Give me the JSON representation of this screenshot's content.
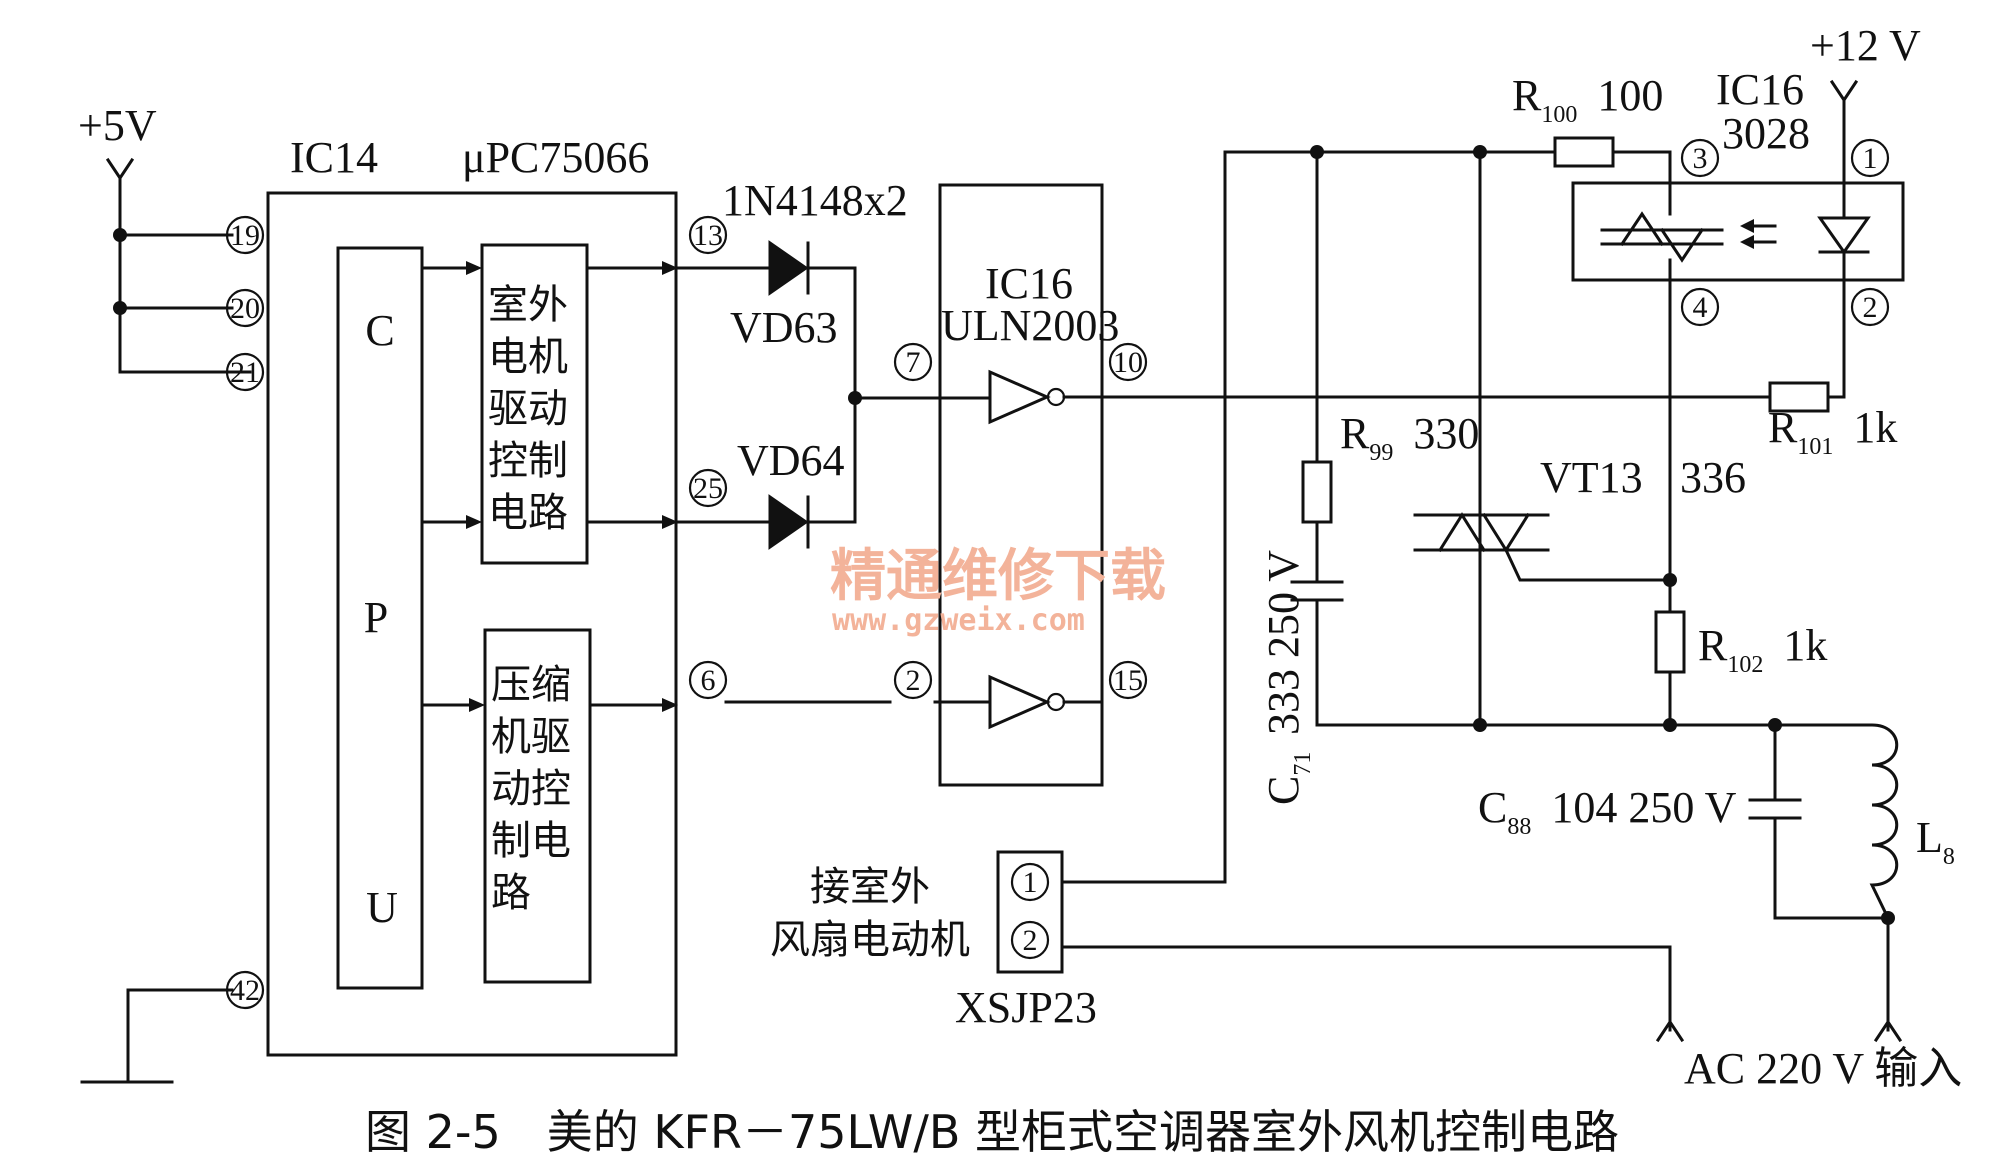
{
  "figure": {
    "caption": "图 2-5　美的 KFR－75LW/B 型柜式空调器室外风机控制电路"
  },
  "watermark": {
    "line1": "精通维修下载",
    "line2": "www.gzweix.com"
  },
  "power": {
    "vcc5": "+5V",
    "vcc12": "+12 V",
    "ac_input": "AC 220 V 输入"
  },
  "ic14": {
    "ref": "IC14",
    "part": "μPC75066",
    "cpu_c": "C",
    "cpu_p": "P",
    "cpu_u": "U",
    "pins": {
      "p19": "19",
      "p20": "20",
      "p21": "21",
      "p42": "42",
      "p13": "13",
      "p25": "25",
      "p6": "6"
    }
  },
  "blocks": {
    "outdoor_motor": [
      "室外",
      "电机",
      "驱动",
      "控制",
      "电路"
    ],
    "compressor": [
      "压缩",
      "机驱",
      "动控",
      "制电",
      "路"
    ]
  },
  "diodes": {
    "pair": "1N4148x2",
    "vd63": "VD63",
    "vd64": "VD64"
  },
  "uln": {
    "ref": "IC16",
    "part": "ULN2003",
    "pins": {
      "p7": "7",
      "p10": "10",
      "p2": "2",
      "p15": "15"
    }
  },
  "opto": {
    "ref": "IC16",
    "part": "3028",
    "pins": {
      "p1": "1",
      "p2": "2",
      "p3": "3",
      "p4": "4"
    }
  },
  "components": {
    "r100": {
      "ref": "R",
      "sub": "100",
      "value": "100"
    },
    "r101": {
      "ref": "R",
      "sub": "101",
      "value": "1k"
    },
    "r99": {
      "ref": "R",
      "sub": "99",
      "value": "330"
    },
    "r102": {
      "ref": "R",
      "sub": "102",
      "value": "1k"
    },
    "vt13": {
      "ref": "VT13",
      "value": "336"
    },
    "c71": {
      "ref": "C",
      "sub": "71",
      "value": "333  250  V"
    },
    "c88": {
      "ref": "C",
      "sub": "88",
      "value": "104  250  V"
    },
    "l8": {
      "ref": "L",
      "sub": "8"
    }
  },
  "connector": {
    "label_line1": "接室外",
    "label_line2": "风扇电动机",
    "ref": "XSJP23",
    "pin1": "1",
    "pin2": "2"
  }
}
